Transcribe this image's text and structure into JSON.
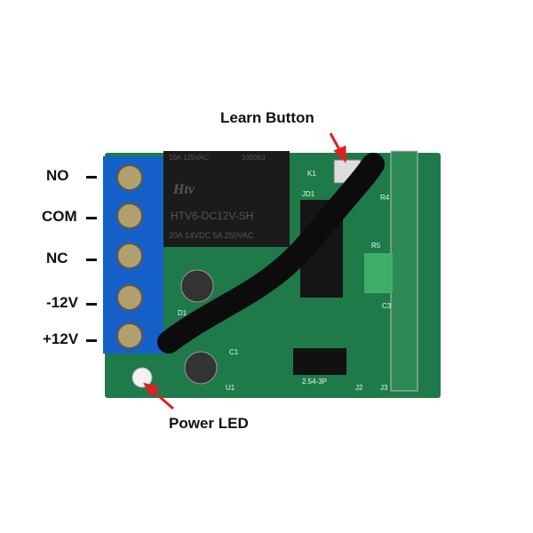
{
  "callouts": {
    "learn_button": "Learn Button",
    "power_led": "Power LED"
  },
  "terminals": [
    "NO",
    "COM",
    "NC",
    "-12V",
    "+12V"
  ],
  "relay": {
    "top_text": "10A 125VAC",
    "code": "330063",
    "brand": "Htv",
    "model": "HTV6-DC12V-SH",
    "rating": "20A 14VDC  5A 250VAC"
  },
  "silkscreen": [
    "K1",
    "JD1",
    "R4",
    "R5",
    "C3",
    "J2",
    "J3",
    "U1",
    "D1",
    "C1",
    "2.54-3P"
  ],
  "colors": {
    "pcb": "#1f7a4a",
    "terminal": "#1560c8",
    "arrow": "#e02020"
  }
}
